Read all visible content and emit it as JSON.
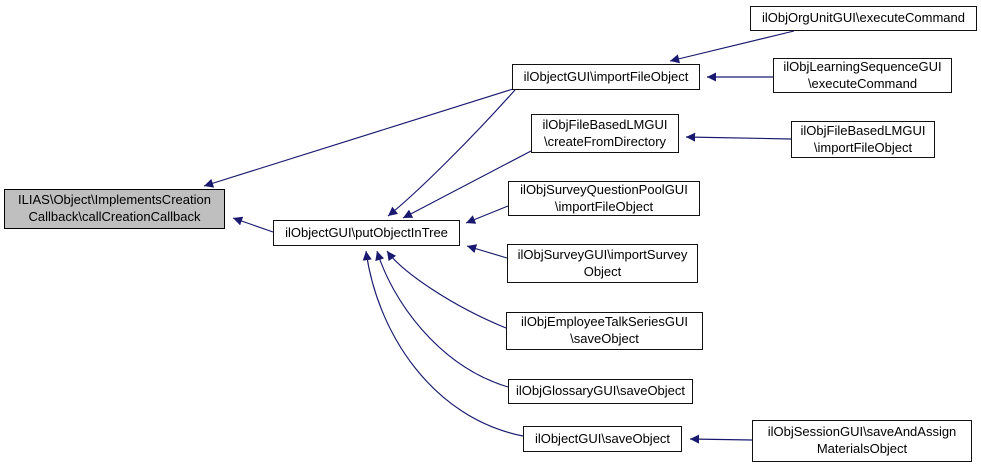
{
  "diagram": {
    "kind": "caller-graph",
    "colors": {
      "edge": "#191970",
      "node_border": "#000000",
      "node_fill": "#ffffff",
      "highlighted_node_fill": "#bfbfbf",
      "text": "#000000"
    },
    "nodes": [
      {
        "id": "ILIAS\\Object\\ImplementsCreationCallback\\callCreationCallback",
        "highlighted": true,
        "lines": [
          "ILIAS\\Object\\ImplementsCreation",
          "Callback\\callCreationCallback"
        ]
      },
      {
        "id": "ilObjectGUI\\putObjectInTree",
        "highlighted": false,
        "lines": [
          "ilObjectGUI\\putObjectInTree"
        ]
      },
      {
        "id": "ilObjectGUI\\importFileObject",
        "highlighted": false,
        "lines": [
          "ilObjectGUI\\importFileObject"
        ]
      },
      {
        "id": "ilObjOrgUnitGUI\\executeCommand",
        "highlighted": false,
        "lines": [
          "ilObjOrgUnitGUI\\executeCommand"
        ]
      },
      {
        "id": "ilObjLearningSequenceGUI\\executeCommand",
        "highlighted": false,
        "lines": [
          "ilObjLearningSequenceGUI",
          "\\executeCommand"
        ]
      },
      {
        "id": "ilObjFileBasedLMGUI\\createFromDirectory",
        "highlighted": false,
        "lines": [
          "ilObjFileBasedLMGUI",
          "\\createFromDirectory"
        ]
      },
      {
        "id": "ilObjFileBasedLMGUI\\importFileObject",
        "highlighted": false,
        "lines": [
          "ilObjFileBasedLMGUI",
          "\\importFileObject"
        ]
      },
      {
        "id": "ilObjSurveyQuestionPoolGUI\\importFileObject",
        "highlighted": false,
        "lines": [
          "ilObjSurveyQuestionPoolGUI",
          "\\importFileObject"
        ]
      },
      {
        "id": "ilObjSurveyGUI\\importSurveyObject",
        "highlighted": false,
        "lines": [
          "ilObjSurveyGUI\\importSurvey",
          "Object"
        ]
      },
      {
        "id": "ilObjEmployeeTalkSeriesGUI\\saveObject",
        "highlighted": false,
        "lines": [
          "ilObjEmployeeTalkSeriesGUI",
          "\\saveObject"
        ]
      },
      {
        "id": "ilObjGlossaryGUI\\saveObject",
        "highlighted": false,
        "lines": [
          "ilObjGlossaryGUI\\saveObject"
        ]
      },
      {
        "id": "ilObjectGUI\\saveObject",
        "highlighted": false,
        "lines": [
          "ilObjectGUI\\saveObject"
        ]
      },
      {
        "id": "ilObjSessionGUI\\saveAndAssignMaterialsObject",
        "highlighted": false,
        "lines": [
          "ilObjSessionGUI\\saveAndAssign",
          "MaterialsObject"
        ]
      }
    ],
    "edges": [
      {
        "from": "ilObjectGUI\\importFileObject",
        "to": "ILIAS\\Object\\ImplementsCreationCallback\\callCreationCallback"
      },
      {
        "from": "ilObjectGUI\\putObjectInTree",
        "to": "ILIAS\\Object\\ImplementsCreationCallback\\callCreationCallback"
      },
      {
        "from": "ilObjectGUI\\importFileObject",
        "to": "ilObjectGUI\\putObjectInTree"
      },
      {
        "from": "ilObjFileBasedLMGUI\\createFromDirectory",
        "to": "ilObjectGUI\\putObjectInTree"
      },
      {
        "from": "ilObjSurveyQuestionPoolGUI\\importFileObject",
        "to": "ilObjectGUI\\putObjectInTree"
      },
      {
        "from": "ilObjSurveyGUI\\importSurveyObject",
        "to": "ilObjectGUI\\putObjectInTree"
      },
      {
        "from": "ilObjEmployeeTalkSeriesGUI\\saveObject",
        "to": "ilObjectGUI\\putObjectInTree"
      },
      {
        "from": "ilObjGlossaryGUI\\saveObject",
        "to": "ilObjectGUI\\putObjectInTree"
      },
      {
        "from": "ilObjectGUI\\saveObject",
        "to": "ilObjectGUI\\putObjectInTree"
      },
      {
        "from": "ilObjOrgUnitGUI\\executeCommand",
        "to": "ilObjectGUI\\importFileObject"
      },
      {
        "from": "ilObjLearningSequenceGUI\\executeCommand",
        "to": "ilObjectGUI\\importFileObject"
      },
      {
        "from": "ilObjFileBasedLMGUI\\importFileObject",
        "to": "ilObjFileBasedLMGUI\\createFromDirectory"
      },
      {
        "from": "ilObjSessionGUI\\saveAndAssignMaterialsObject",
        "to": "ilObjectGUI\\saveObject"
      }
    ]
  }
}
